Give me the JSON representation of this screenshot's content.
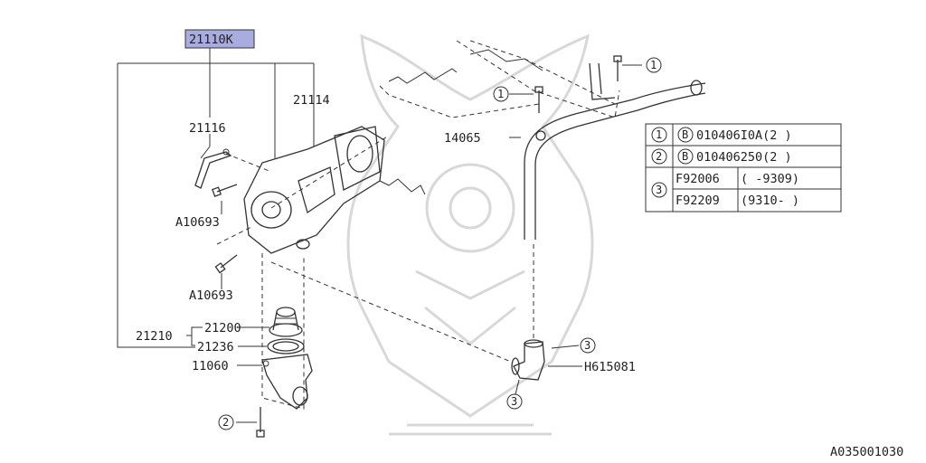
{
  "diagram_id": "A035001030",
  "parts": {
    "assembly": "21110K",
    "bypass_pipe": "21116",
    "pump_body": "21114",
    "bolt_a": "A10693",
    "bolt_b": "A10693",
    "thermostat": "21200",
    "gasket_group": "21210",
    "gasket": "21236",
    "housing": "11060",
    "hose": "14065",
    "pipe_connector": "H615081"
  },
  "callouts": {
    "c1a": "1",
    "c1b": "1",
    "c2": "2",
    "c3a": "3",
    "c3b": "3"
  },
  "legend": {
    "rows": [
      {
        "num": "1",
        "brand": "B",
        "text": "010406I0A(2 )"
      },
      {
        "num": "2",
        "brand": "B",
        "text": "010406250(2 )"
      }
    ],
    "row3": {
      "num": "3",
      "sub": [
        {
          "part": "F92006",
          "range": "(      -9309)"
        },
        {
          "part": "F92209",
          "range": "(9310-       )"
        }
      ]
    }
  }
}
